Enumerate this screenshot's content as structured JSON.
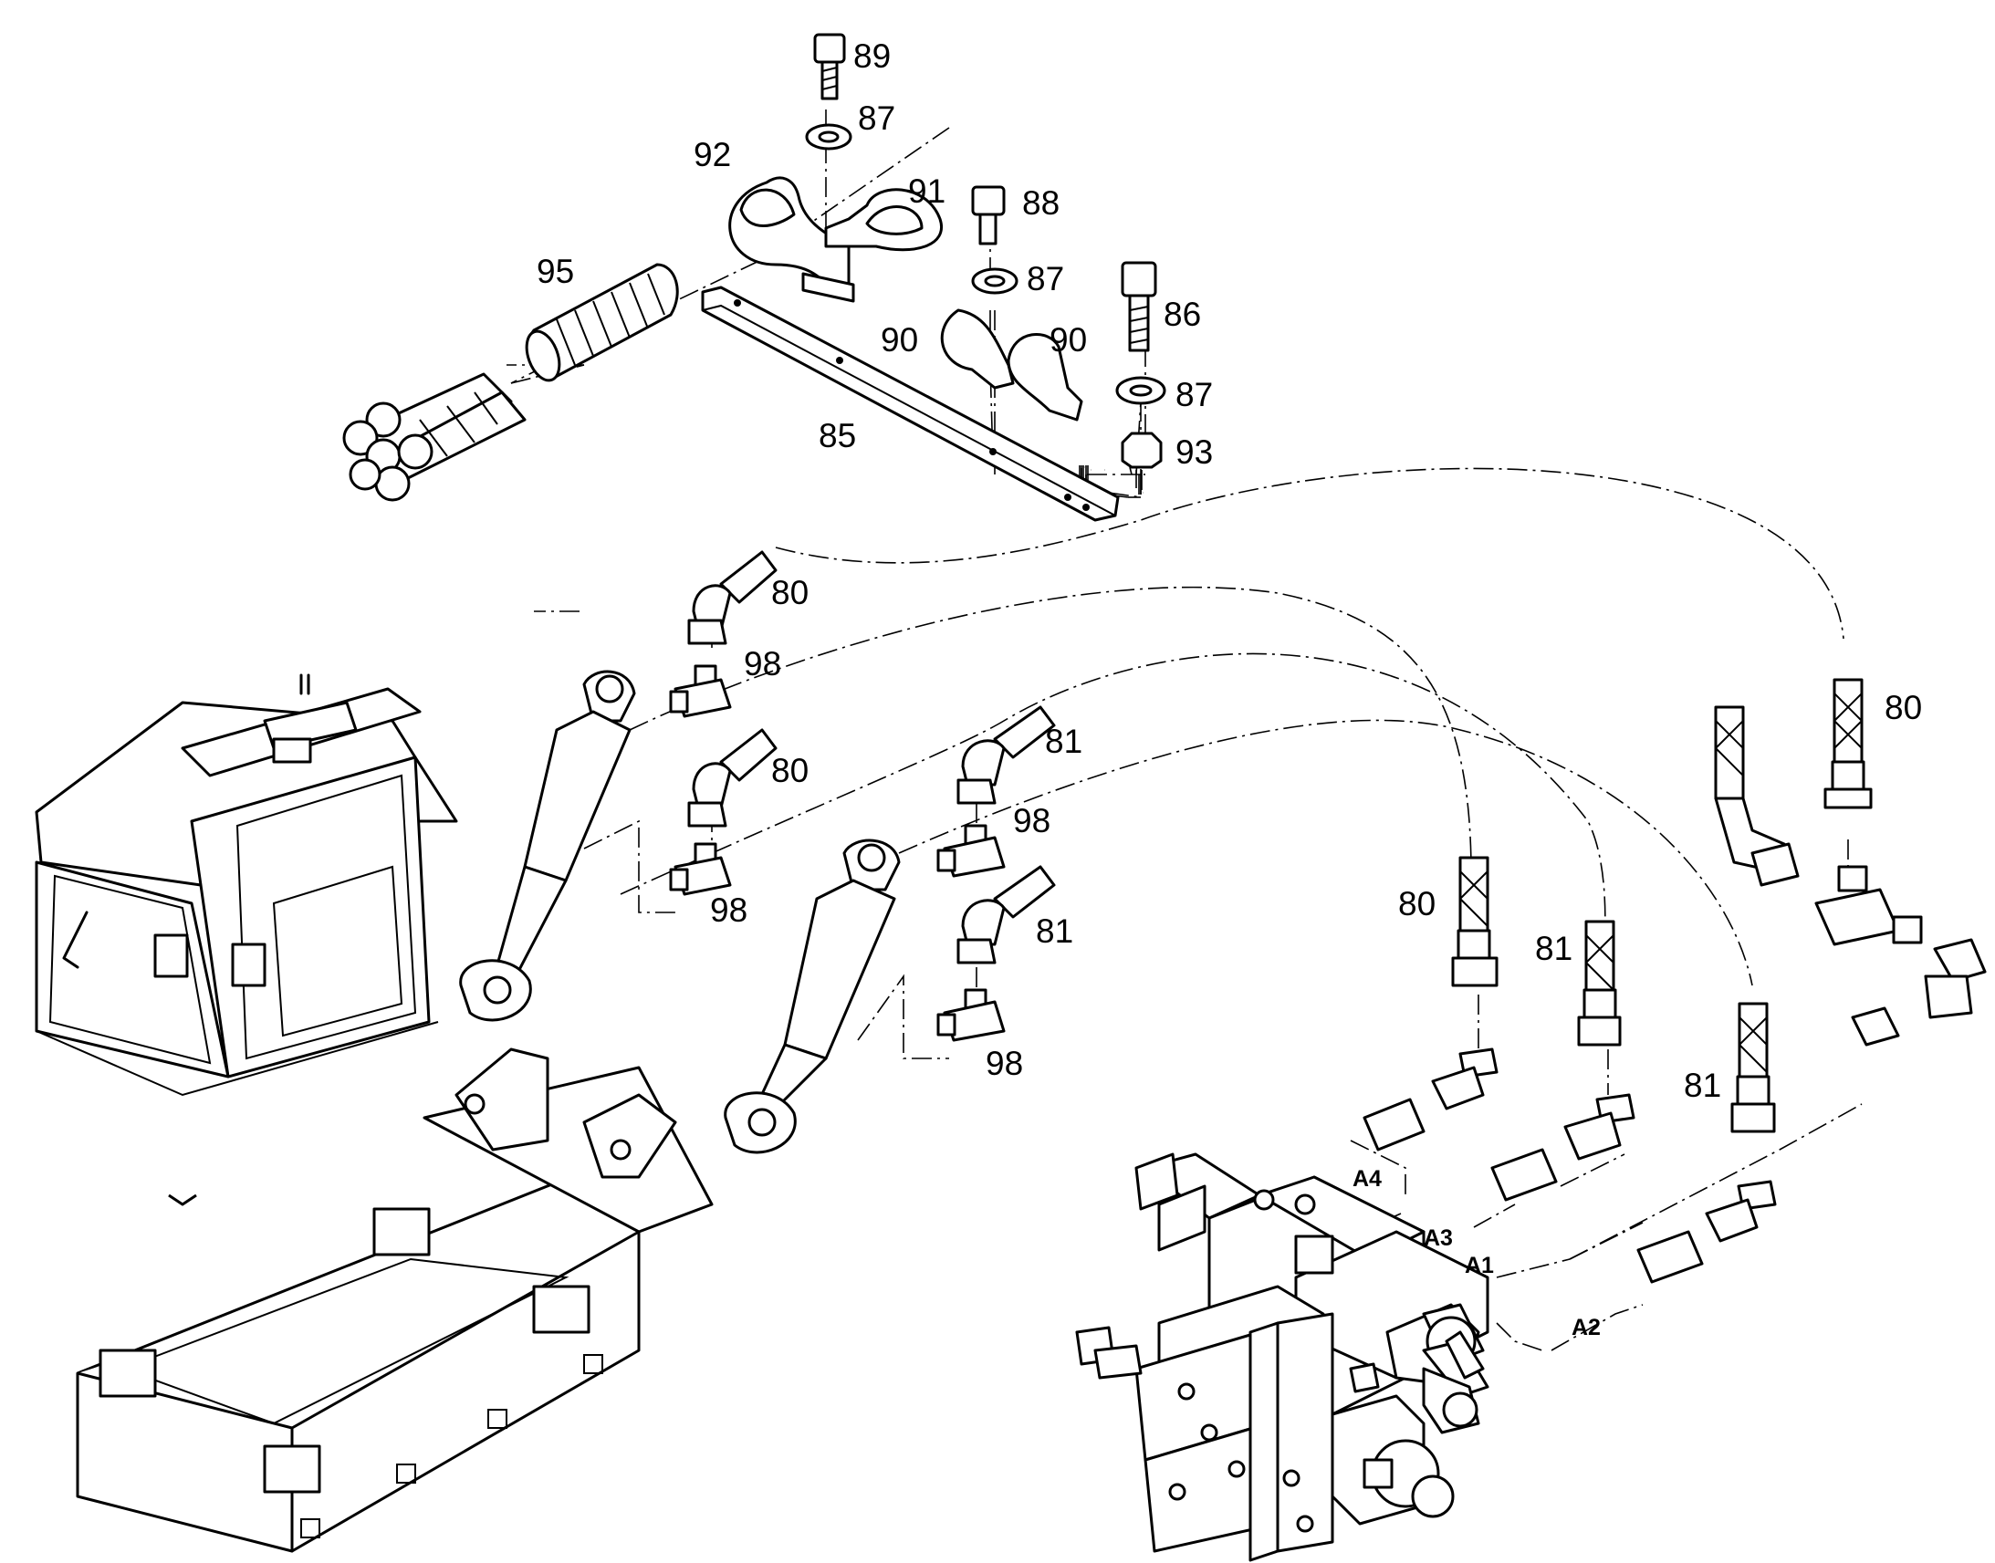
{
  "callouts": {
    "c89": "89",
    "c87a": "87",
    "c92": "92",
    "c91": "91",
    "c88": "88",
    "c87b": "87",
    "c95": "95",
    "c86": "86",
    "c90a": "90",
    "c90b": "90",
    "c87c": "87",
    "c85": "85",
    "c93": "93",
    "c80a": "80",
    "c98a": "98",
    "c80b": "80",
    "c98b": "98",
    "c81a": "81",
    "c98c": "98",
    "c81b": "81",
    "c98d": "98",
    "c80c": "80",
    "c80d": "80",
    "c81c": "81",
    "c81d": "81"
  },
  "ports": {
    "a4": "A4",
    "a3": "A3",
    "a1": "A1",
    "a2": "A2"
  }
}
